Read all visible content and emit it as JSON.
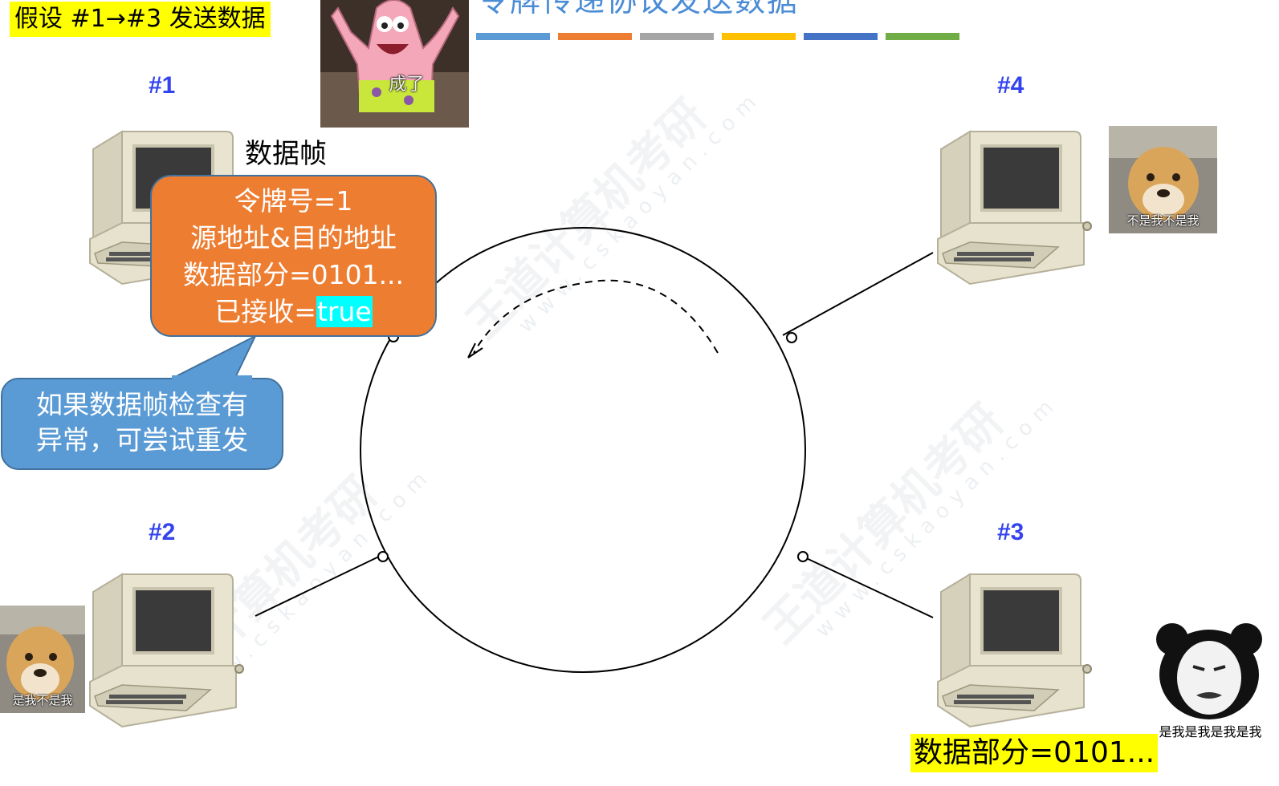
{
  "title": "令牌传递协议发送数据",
  "assumption": "假设 #1→#3 发送数据",
  "bar_colors": [
    "#5b9bd5",
    "#ed7d31",
    "#a5a5a5",
    "#ffc000",
    "#4472c4",
    "#70ad47"
  ],
  "nodes": {
    "n1": "#1",
    "n2": "#2",
    "n3": "#3",
    "n4": "#4"
  },
  "frame_label": "数据帧",
  "frame_box": {
    "line1": "令牌号=1",
    "line2": "源地址&目的地址",
    "line3": "数据部分=0101...",
    "line4_prefix": "已接收=",
    "line4_value": "true"
  },
  "retry_note": {
    "line1": "如果数据帧检查有",
    "line2": "异常，可尝试重发"
  },
  "received_data": "数据部分=0101...",
  "memes": {
    "patrick_caption": "成了",
    "doge_top_caption": "不是我不是我",
    "doge_left_caption": "是我不是我",
    "panda_caption": "是我是我是我是我"
  },
  "watermark": {
    "brand": "王道计算机考研",
    "url": "www.cskaoyan.com"
  },
  "icons": [
    "computer-icon",
    "token-direction-arrow"
  ]
}
